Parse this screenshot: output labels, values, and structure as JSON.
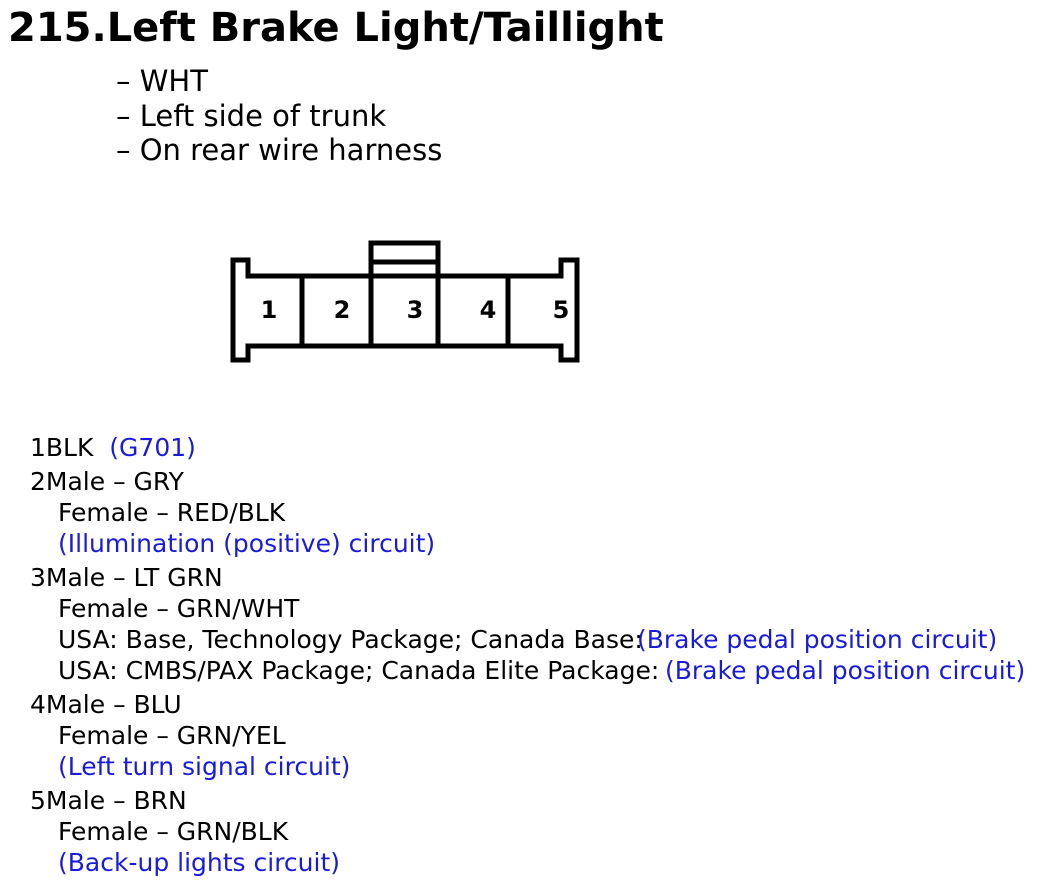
{
  "title": "215.Left Brake Light/Taillight",
  "location": [
    "– WHT",
    "– Left side of trunk",
    "– On rear wire harness"
  ],
  "connector": {
    "pins": [
      "1",
      "2",
      "3",
      "4",
      "5"
    ]
  },
  "pins": [
    {
      "number": "1",
      "label": "BLK",
      "note": "(G701)"
    },
    {
      "number": "2",
      "male": "Male – GRY",
      "female": "Female – RED/BLK",
      "note": "(Illumination (positive) circuit)"
    },
    {
      "number": "3",
      "male": "Male – LT GRN",
      "female": "Female – GRN/WHT",
      "variants": [
        {
          "text": "USA: Base, Technology Package; Canada Base:",
          "note": "(Brake pedal position circuit)"
        },
        {
          "text": "USA: CMBS/PAX Package; Canada Elite Package:",
          "note": "(Brake pedal position circuit)"
        }
      ]
    },
    {
      "number": "4",
      "male": "Male – BLU",
      "female": "Female – GRN/YEL",
      "note": "(Left turn signal circuit)"
    },
    {
      "number": "5",
      "male": "Male – BRN",
      "female": "Female – GRN/BLK",
      "note": "(Back-up lights circuit)"
    }
  ]
}
